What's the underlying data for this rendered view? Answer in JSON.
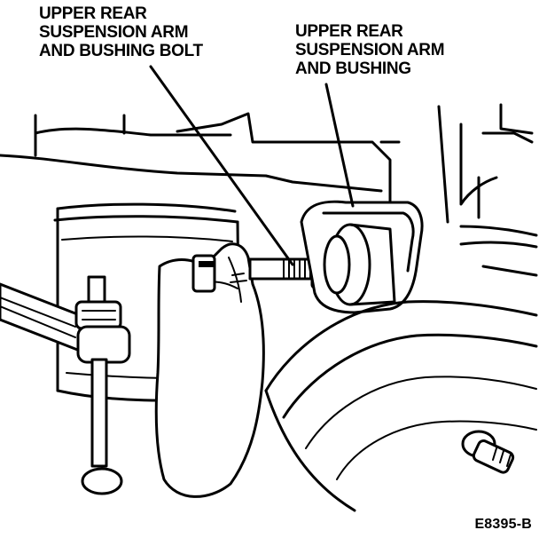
{
  "labels": {
    "bolt": {
      "lines": [
        "UPPER REAR",
        "SUSPENSION ARM",
        "AND BUSHING BOLT"
      ]
    },
    "arm": {
      "lines": [
        "UPPER REAR",
        "SUSPENSION ARM",
        "AND BUSHING"
      ]
    }
  },
  "figure_code": "E8395-B"
}
